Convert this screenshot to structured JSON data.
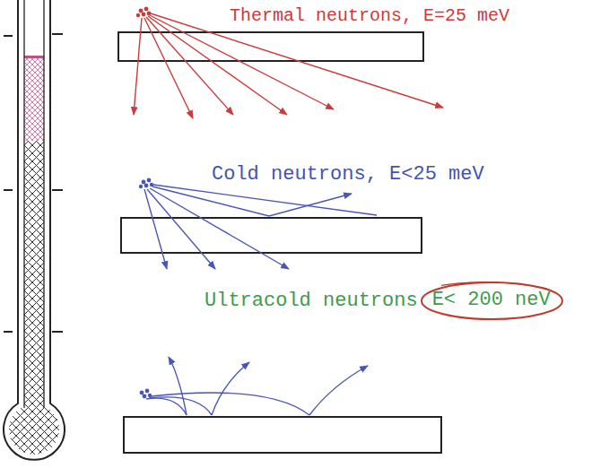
{
  "diagram": {
    "nodes": [
      {
        "text": [
          "E< 200 neV"
        ]
      }
    ],
    "labels": [
      "Thermal neutrons, E=25 meV",
      "Cold neutrons, E<25 meV",
      "Ultracold neutrons"
    ]
  }
}
